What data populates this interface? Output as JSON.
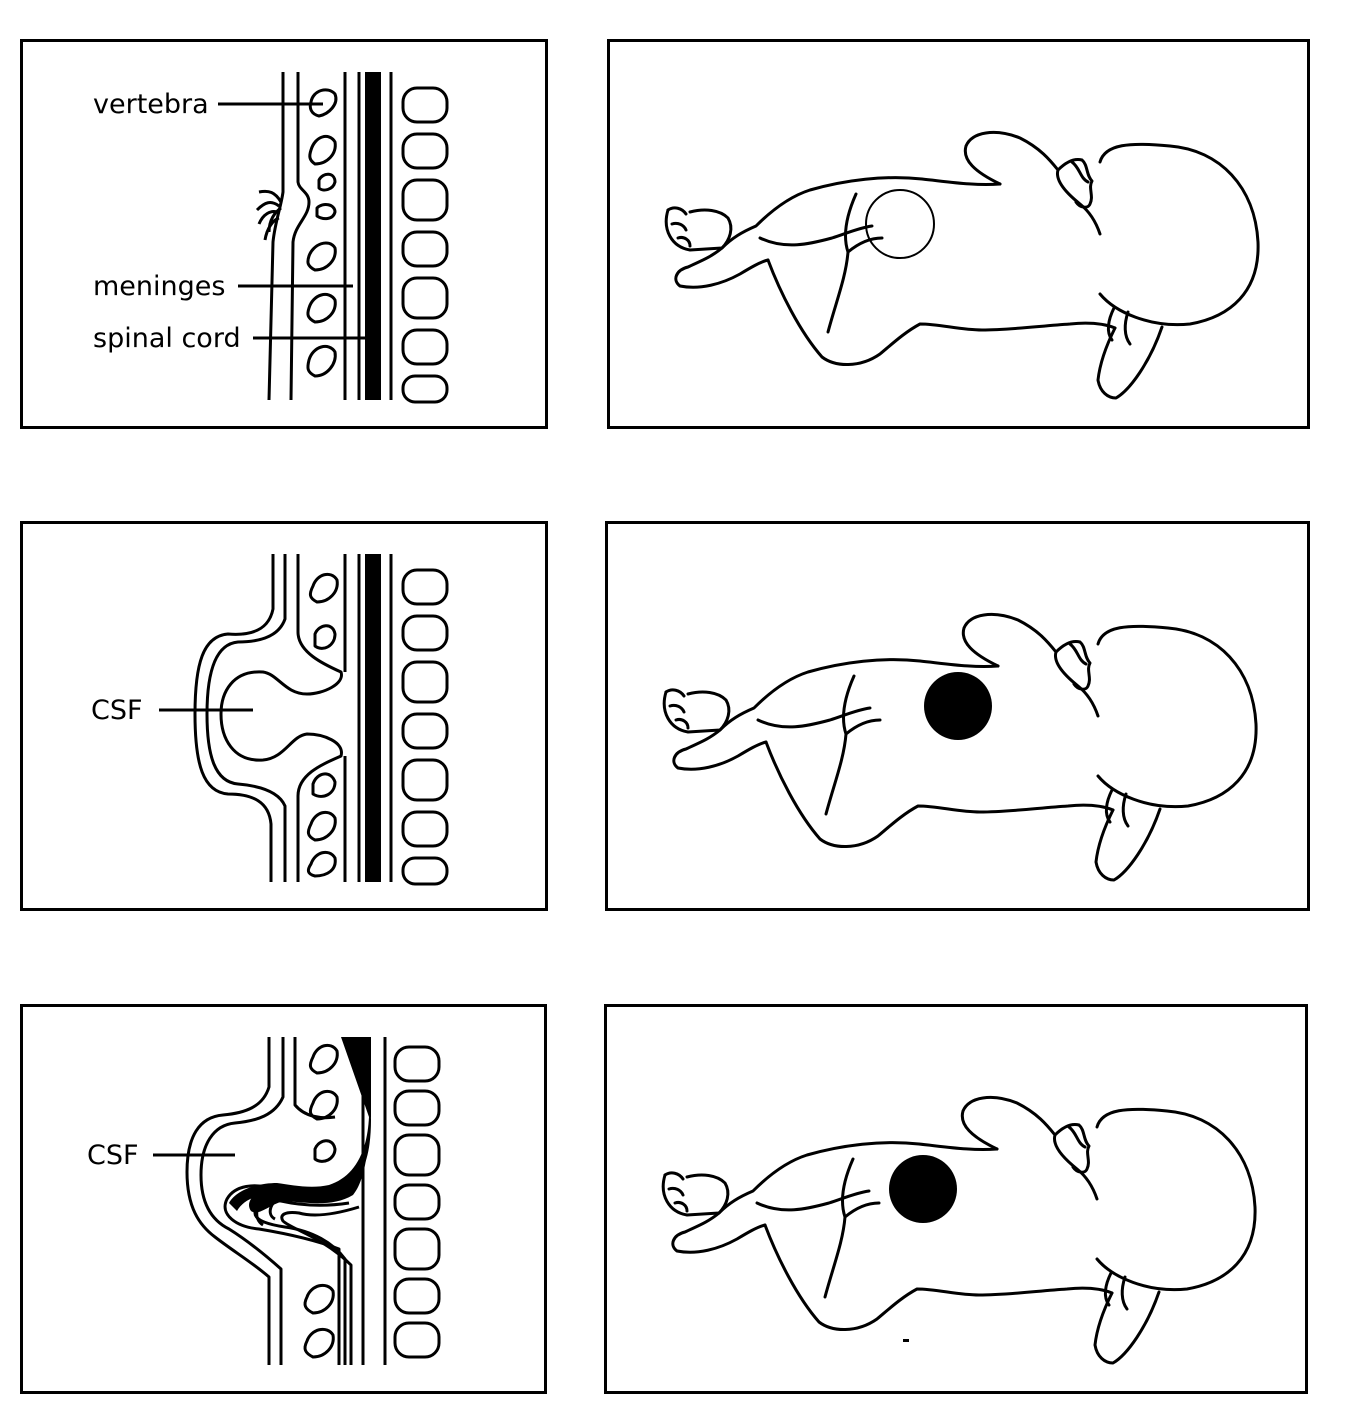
{
  "panels": [
    {
      "section": {
        "labels": {
          "vertebra": "vertebra",
          "meninges": "meninges",
          "spinal_cord": "spinal cord"
        }
      }
    },
    {
      "section": {
        "labels": {
          "csf": "CSF"
        }
      }
    },
    {
      "section": {
        "labels": {
          "csf": "CSF"
        }
      }
    }
  ],
  "colors": {
    "line": "#000000",
    "background": "#ffffff"
  }
}
